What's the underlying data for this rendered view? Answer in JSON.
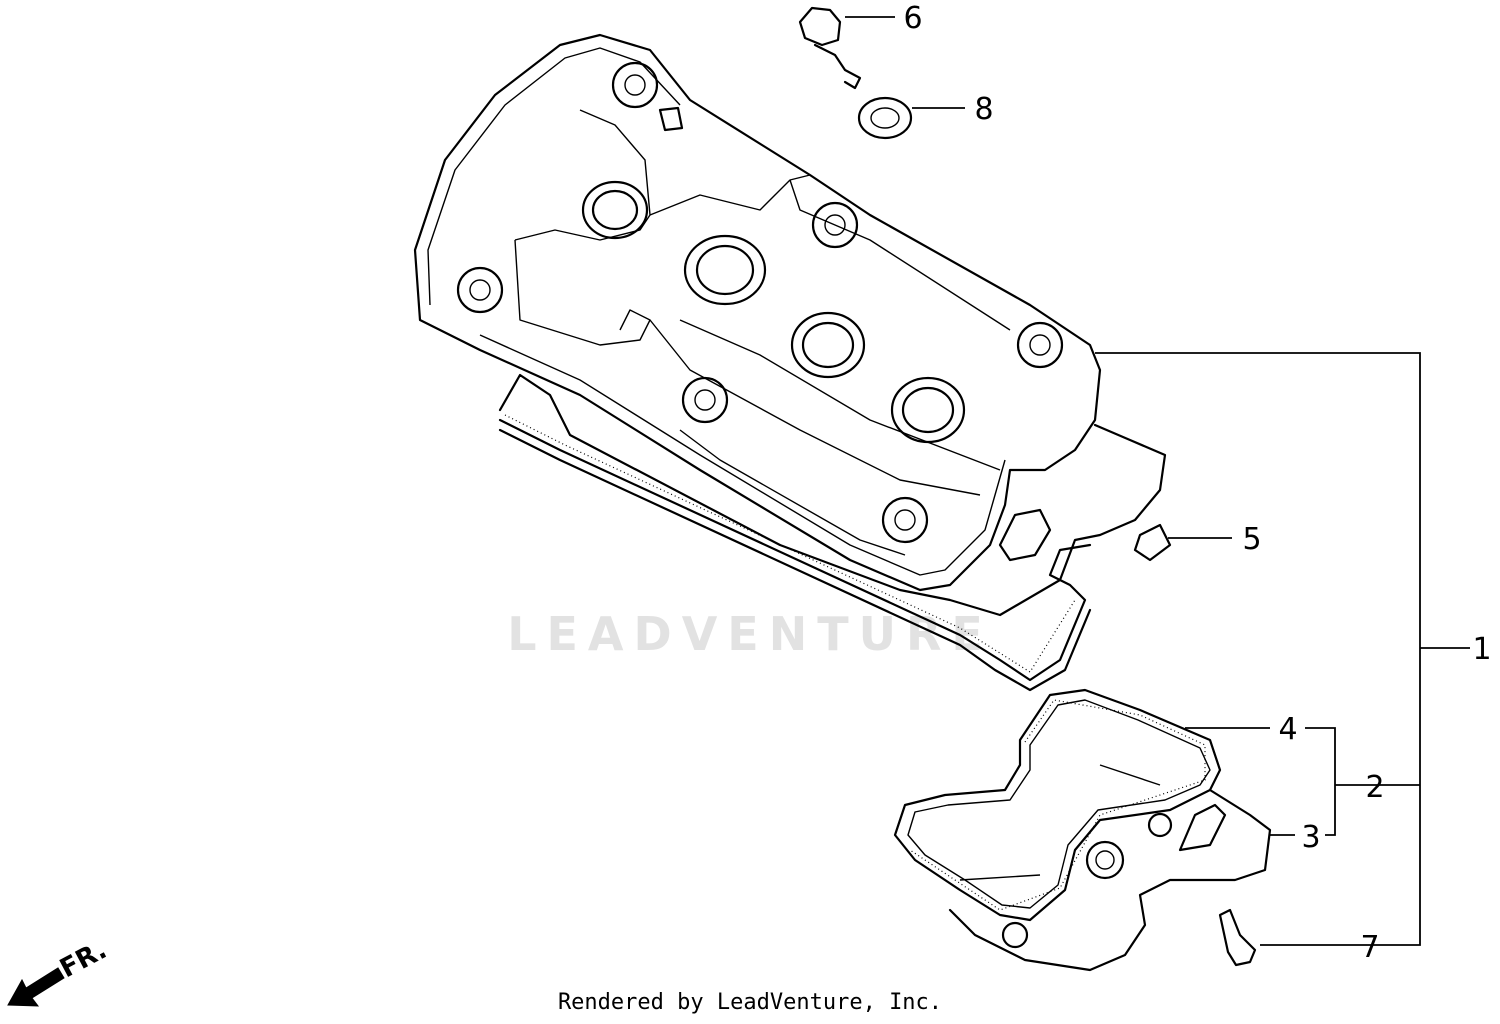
{
  "callouts": [
    {
      "id": "part-1",
      "label": "1"
    },
    {
      "id": "part-2",
      "label": "2"
    },
    {
      "id": "part-3",
      "label": "3"
    },
    {
      "id": "part-4",
      "label": "4"
    },
    {
      "id": "part-5",
      "label": "5"
    },
    {
      "id": "part-6",
      "label": "6"
    },
    {
      "id": "part-7",
      "label": "7"
    },
    {
      "id": "part-8",
      "label": "8"
    }
  ],
  "direction_marker": {
    "label": "FR.",
    "icon": "front-arrow-icon"
  },
  "watermark": {
    "text": "LEADVENTURE"
  },
  "footer": {
    "text": "Rendered by LeadVenture, Inc."
  }
}
